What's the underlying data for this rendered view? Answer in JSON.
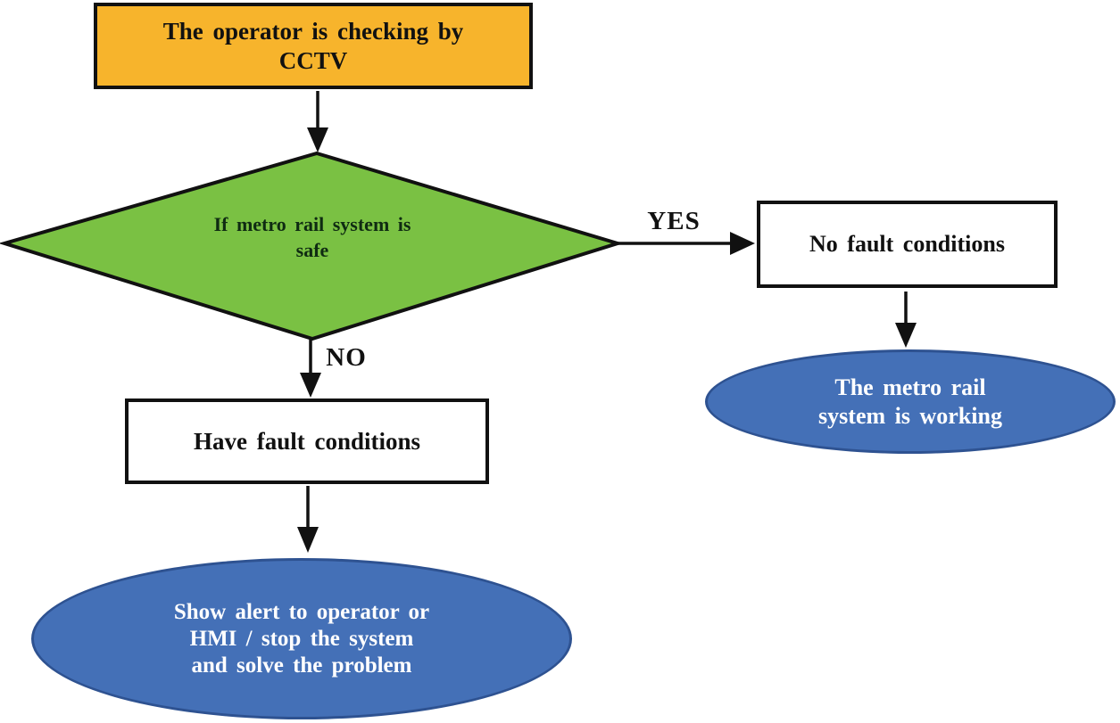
{
  "colors": {
    "process_fill": "#F7B42C",
    "decision_fill": "#7AC143",
    "terminal_fill": "#4470B7",
    "terminal_border": "#2E5291",
    "connector": "#111111",
    "text_dark": "#111111",
    "text_light": "#FFFFFF"
  },
  "nodes": {
    "operator_check": {
      "line1": "The operator is checking by",
      "line2": "CCTV"
    },
    "decision_safe": {
      "line1": "If metro rail system is",
      "line2": "safe"
    },
    "no_fault": {
      "label": "No fault conditions"
    },
    "system_working": {
      "line1": "The metro rail",
      "line2": "system is working"
    },
    "have_fault": {
      "label": "Have fault conditions"
    },
    "show_alert": {
      "line1": "Show alert to operator or",
      "line2": "HMI / stop the system",
      "line3": "and solve the problem"
    }
  },
  "edge_labels": {
    "yes": "YES",
    "no": "NO"
  }
}
